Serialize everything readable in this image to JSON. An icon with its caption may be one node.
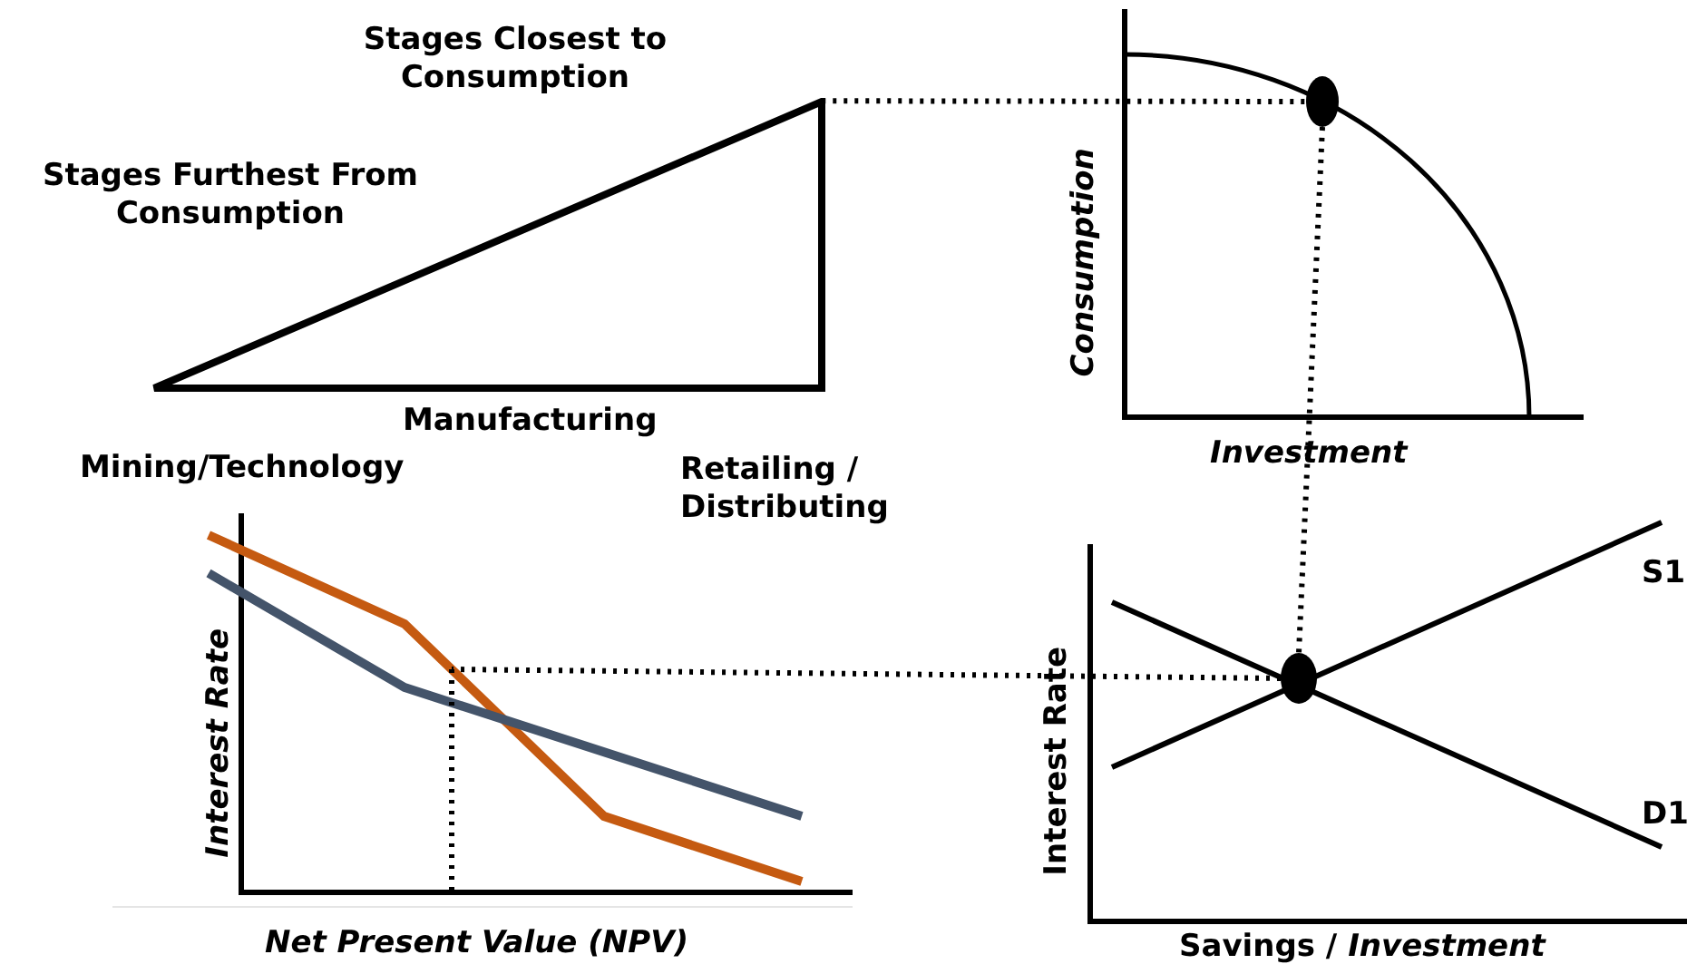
{
  "diagram": {
    "nodes": [
      {
        "text": [],
        "shape": "triangle"
      },
      {
        "text": [],
        "shape": "circle"
      },
      {
        "text": [],
        "shape": "circle"
      }
    ],
    "edges": [
      {
        "from": 0,
        "to": 1,
        "arrow": "none",
        "style": "dashed"
      },
      {
        "from": 1,
        "to": 2,
        "arrow": "none",
        "style": "dashed"
      },
      {
        "from": 2,
        "to": null,
        "arrow": "none",
        "style": "dashed"
      }
    ],
    "labels": [
      "Stages Closest to Consumption",
      "Stages Furthest From Consumption",
      "Manufacturing",
      "Mining/Technology",
      "Retailing / Distributing",
      "Consumption",
      "Investment",
      "S1",
      "Interest Rate",
      "D1",
      "Interest Rate",
      "Net Present Value (NPV)",
      "Savings / *Investment*"
    ]
  }
}
